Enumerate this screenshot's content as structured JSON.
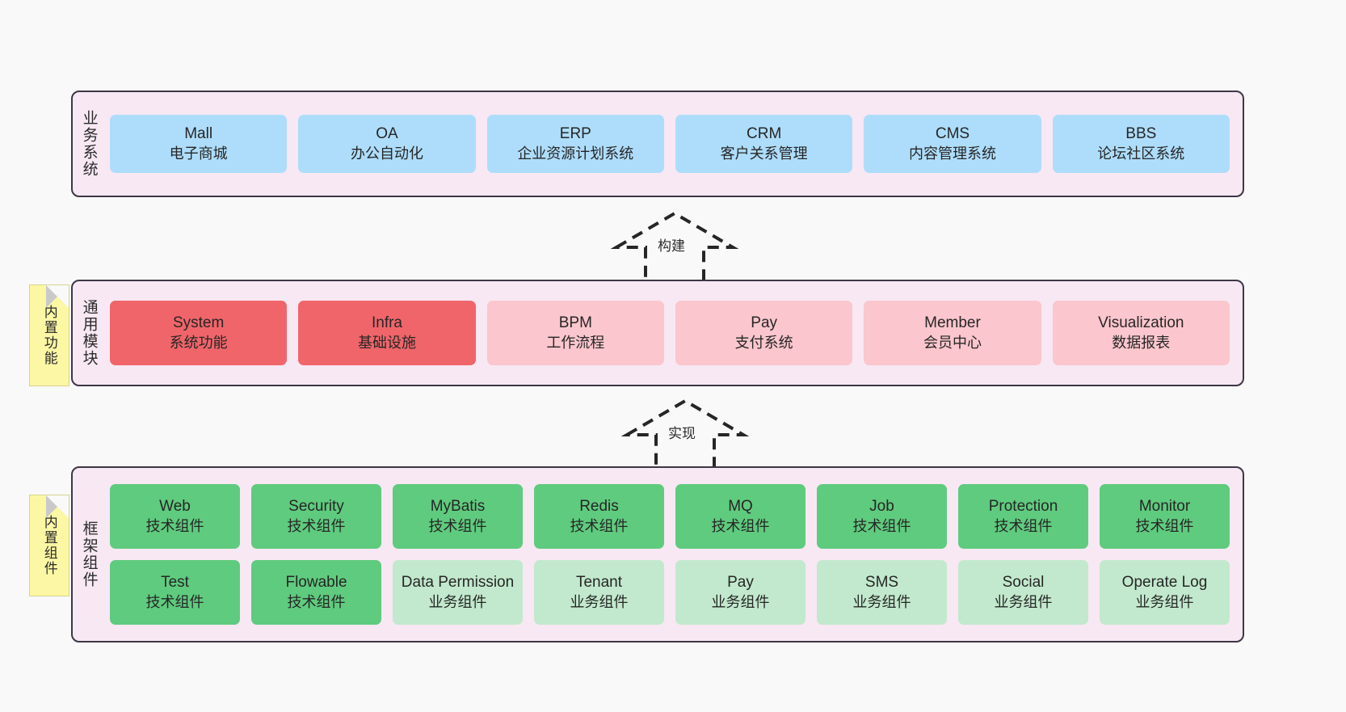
{
  "diagram": {
    "background": "#f9f9f9",
    "layer_fill": "#f7e8f3",
    "layer_border": "#3d3746"
  },
  "layers": [
    {
      "id": "business",
      "title": "业务系统",
      "rows": [
        {
          "cards": [
            {
              "name": "Mall",
              "sub": "电子商城",
              "style": "c-blue",
              "color": "#aeddfb"
            },
            {
              "name": "OA",
              "sub": "办公自动化",
              "style": "c-blue",
              "color": "#aeddfb"
            },
            {
              "name": "ERP",
              "sub": "企业资源计划系统",
              "style": "c-blue",
              "color": "#aeddfb"
            },
            {
              "name": "CRM",
              "sub": "客户关系管理",
              "style": "c-blue",
              "color": "#aeddfb"
            },
            {
              "name": "CMS",
              "sub": "内容管理系统",
              "style": "c-blue",
              "color": "#aeddfb"
            },
            {
              "name": "BBS",
              "sub": "论坛社区系统",
              "style": "c-blue",
              "color": "#aeddfb"
            }
          ]
        }
      ]
    },
    {
      "id": "modules",
      "title": "通用模块",
      "note": "内置功能",
      "rows": [
        {
          "cards": [
            {
              "name": "System",
              "sub": "系统功能",
              "style": "c-red",
              "color": "#f0656a"
            },
            {
              "name": "Infra",
              "sub": "基础设施",
              "style": "c-red",
              "color": "#f0656a"
            },
            {
              "name": "BPM",
              "sub": "工作流程",
              "style": "c-pink",
              "color": "#fbc6cd"
            },
            {
              "name": "Pay",
              "sub": "支付系统",
              "style": "c-pink",
              "color": "#fbc6cd"
            },
            {
              "name": "Member",
              "sub": "会员中心",
              "style": "c-pink",
              "color": "#fbc6cd"
            },
            {
              "name": "Visualization",
              "sub": "数据报表",
              "style": "c-pink",
              "color": "#fbc6cd"
            }
          ]
        }
      ]
    },
    {
      "id": "framework",
      "title": "框架组件",
      "note": "内置组件",
      "rows": [
        {
          "cards": [
            {
              "name": "Web",
              "sub": "技术组件",
              "style": "c-green",
              "color": "#5fcb7e"
            },
            {
              "name": "Security",
              "sub": "技术组件",
              "style": "c-green",
              "color": "#5fcb7e"
            },
            {
              "name": "MyBatis",
              "sub": "技术组件",
              "style": "c-green",
              "color": "#5fcb7e"
            },
            {
              "name": "Redis",
              "sub": "技术组件",
              "style": "c-green",
              "color": "#5fcb7e"
            },
            {
              "name": "MQ",
              "sub": "技术组件",
              "style": "c-green",
              "color": "#5fcb7e"
            },
            {
              "name": "Job",
              "sub": "技术组件",
              "style": "c-green",
              "color": "#5fcb7e"
            },
            {
              "name": "Protection",
              "sub": "技术组件",
              "style": "c-green",
              "color": "#5fcb7e"
            },
            {
              "name": "Monitor",
              "sub": "技术组件",
              "style": "c-green",
              "color": "#5fcb7e"
            }
          ]
        },
        {
          "cards": [
            {
              "name": "Test",
              "sub": "技术组件",
              "style": "c-green",
              "color": "#5fcb7e"
            },
            {
              "name": "Flowable",
              "sub": "技术组件",
              "style": "c-green",
              "color": "#5fcb7e"
            },
            {
              "name": "Data Permission",
              "sub": "业务组件",
              "style": "c-greenlight",
              "color": "#c2e9cd"
            },
            {
              "name": "Tenant",
              "sub": "业务组件",
              "style": "c-greenlight",
              "color": "#c2e9cd"
            },
            {
              "name": "Pay",
              "sub": "业务组件",
              "style": "c-greenlight",
              "color": "#c2e9cd"
            },
            {
              "name": "SMS",
              "sub": "业务组件",
              "style": "c-greenlight",
              "color": "#c2e9cd"
            },
            {
              "name": "Social",
              "sub": "业务组件",
              "style": "c-greenlight",
              "color": "#c2e9cd"
            },
            {
              "name": "Operate Log",
              "sub": "业务组件",
              "style": "c-greenlight",
              "color": "#c2e9cd"
            }
          ]
        }
      ]
    }
  ],
  "arrows": [
    {
      "id": "build",
      "label": "构建",
      "direction": "up",
      "style": "dashed-hollow"
    },
    {
      "id": "implement",
      "label": "实现",
      "direction": "up",
      "style": "dashed-hollow"
    }
  ]
}
